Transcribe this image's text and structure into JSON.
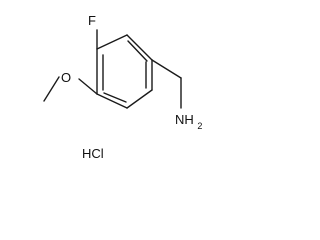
{
  "structure": {
    "atoms": {
      "fluorine": "F",
      "oxygen": "O",
      "amine": "NH2",
      "amine_main": "NH",
      "amine_subscript": "2"
    },
    "salt": "HCl"
  }
}
